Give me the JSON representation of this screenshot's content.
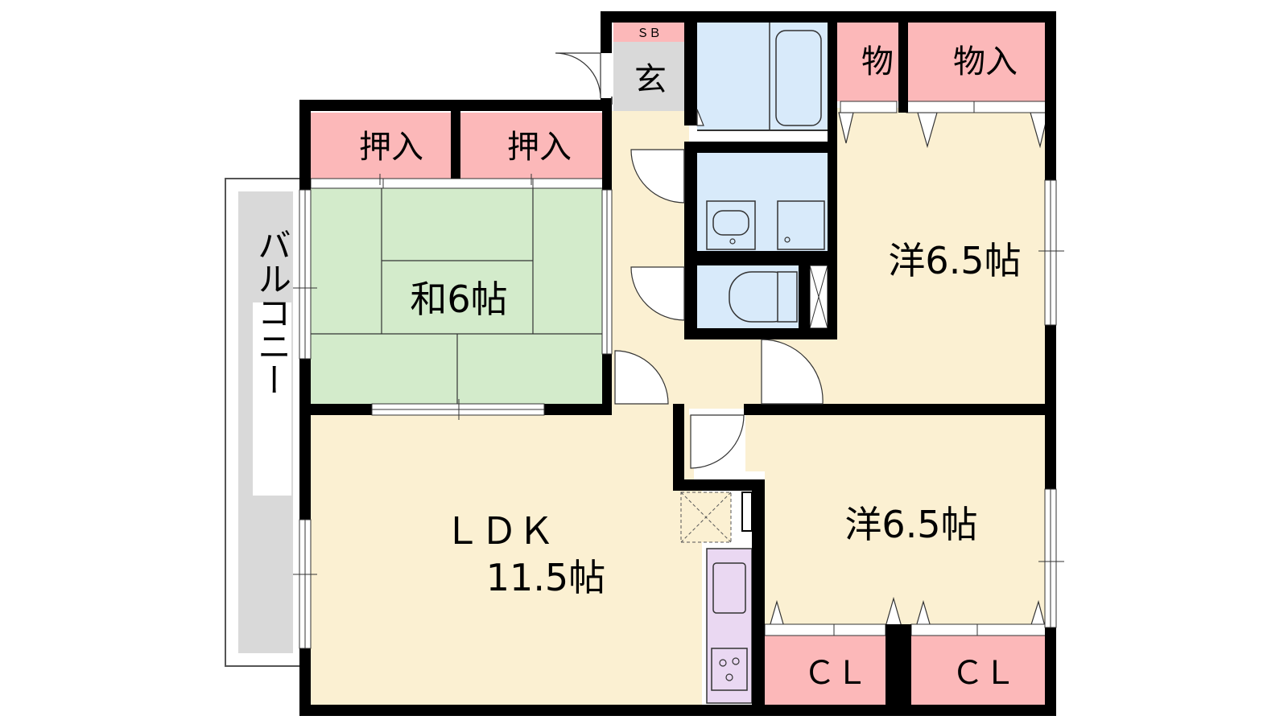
{
  "colors": {
    "wall": "#000000",
    "lino": "#fbf0d2",
    "tatami": "#d3ebcb",
    "storage": "#fcb8b9",
    "wet": "#d8eafa",
    "kitchen": "#ead8f2",
    "entrance": "#d9d9d9",
    "balcony": "#d9d9d9",
    "white": "#ffffff"
  },
  "rooms": {
    "washitsu": "和6帖",
    "youshitsu_upper": "洋6.5帖",
    "youshitsu_lower": "洋6.5帖",
    "ldk_line1": "ＬＤＫ",
    "ldk_line2": "11.5帖"
  },
  "storage": {
    "oshiire_left": "押入",
    "oshiire_right": "押入",
    "mono_small": "物",
    "mono_large": "物入",
    "cl_left": "ＣＬ",
    "cl_right": "ＣＬ"
  },
  "entrance": {
    "label": "玄",
    "shoe_box": "ＳＢ"
  },
  "balcony": {
    "label": "バルコニー"
  }
}
